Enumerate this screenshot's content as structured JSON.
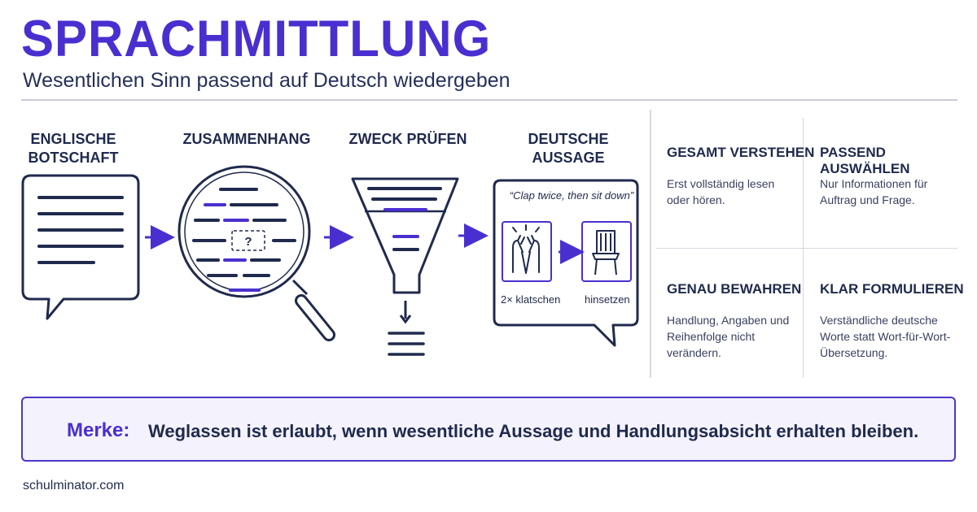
{
  "header": {
    "title": "SPRACHMITTLUNG",
    "subtitle": "Wesentlichen Sinn passend auf Deutsch wiedergeben"
  },
  "steps": [
    {
      "label_line1": "ENGLISCHE",
      "label_line2": "BOTSCHAFT"
    },
    {
      "label_line1": "ZUSAMMENHANG",
      "label_line2": ""
    },
    {
      "label_line1": "ZWECK PRÜFEN",
      "label_line2": ""
    },
    {
      "label_line1": "DEUTSCHE",
      "label_line2": "AUSSAGE"
    }
  ],
  "context_mark": "?",
  "speech": {
    "quote": "“Clap twice, then sit down”",
    "action1": "2× klatschen",
    "action2": "hinsetzen"
  },
  "cards": [
    {
      "title": "GESAMT VERSTEHEN",
      "text": "Erst vollständig lesen oder hören."
    },
    {
      "title": "PASSEND AUSWÄHLEN",
      "text": "Nur Informationen für Auftrag und Frage."
    },
    {
      "title": "GENAU BEWAHREN",
      "text": "Handlung, Angaben und Reihenfolge nicht verändern."
    },
    {
      "title": "KLAR FORMULIEREN",
      "text": "Verständliche deutsche Worte statt Wort-für-Wort-Übersetzung."
    }
  ],
  "merke": {
    "label": "Merke:",
    "text": "Weglassen ist erlaubt, wenn wesentliche Aussage und Handlungsabsicht erhalten bleiben."
  },
  "footer": "schulminator.com",
  "colors": {
    "accent": "#4a2fd0",
    "ink": "#1f2a4d",
    "highlight_bg": "#f4f2fd"
  }
}
